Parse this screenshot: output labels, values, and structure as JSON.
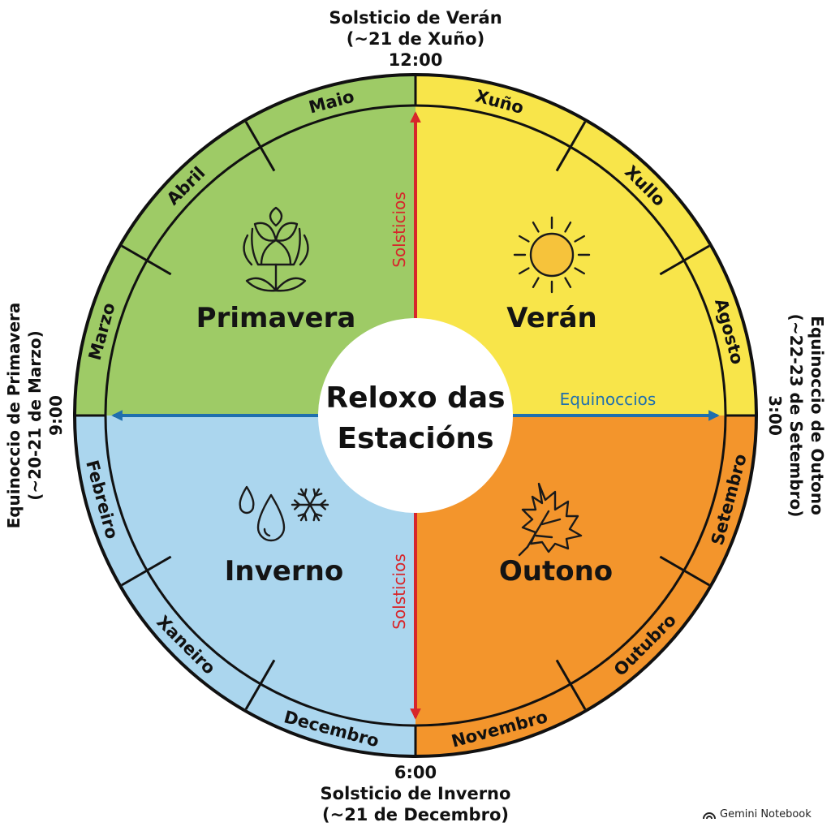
{
  "center": {
    "line1": "Reloxo das",
    "line2": "Estacións"
  },
  "seasons": {
    "spring": {
      "label": "Primavera",
      "icon": "lotus-flower-icon",
      "color": "#9ecb66"
    },
    "summer": {
      "label": "Verán",
      "icon": "sun-icon",
      "color": "#f8e54a"
    },
    "autumn": {
      "label": "Outono",
      "icon": "maple-leaf-icon",
      "color": "#f3952c"
    },
    "winter": {
      "label": "Inverno",
      "icon": "raindrops-snowflake-icon",
      "color": "#abd6ee"
    }
  },
  "months": [
    {
      "label": "Xuño"
    },
    {
      "label": "Xullo"
    },
    {
      "label": "Agosto"
    },
    {
      "label": "Setembro"
    },
    {
      "label": "Outubro"
    },
    {
      "label": "Novembro"
    },
    {
      "label": "Decembro"
    },
    {
      "label": "Xaneiro"
    },
    {
      "label": "Febreiro"
    },
    {
      "label": "Marzo"
    },
    {
      "label": "Abril"
    },
    {
      "label": "Maio"
    }
  ],
  "cardinals": {
    "top": {
      "line1": "Solsticio de Verán",
      "line2": "(~21 de Xuño)",
      "time": "12:00"
    },
    "bottom": {
      "time": "6:00",
      "line1": "Solsticio de Inverno",
      "line2": "(~21 de Decembro)"
    },
    "left": {
      "line1": "Equinoccio de Primavera",
      "line2": "(~20-21 de Marzo)",
      "time": "9:00"
    },
    "right": {
      "line1": "Equinoccio de Outono",
      "line2": "(~22-23 de Setembro)",
      "time": "3:00"
    }
  },
  "axes": {
    "solstice_label": "Solsticios",
    "equinox_label": "Equinoccios",
    "solstice_color": "#d7262b",
    "equinox_color": "#1f6fae"
  },
  "brand": {
    "label": "Gemini Notebook"
  }
}
